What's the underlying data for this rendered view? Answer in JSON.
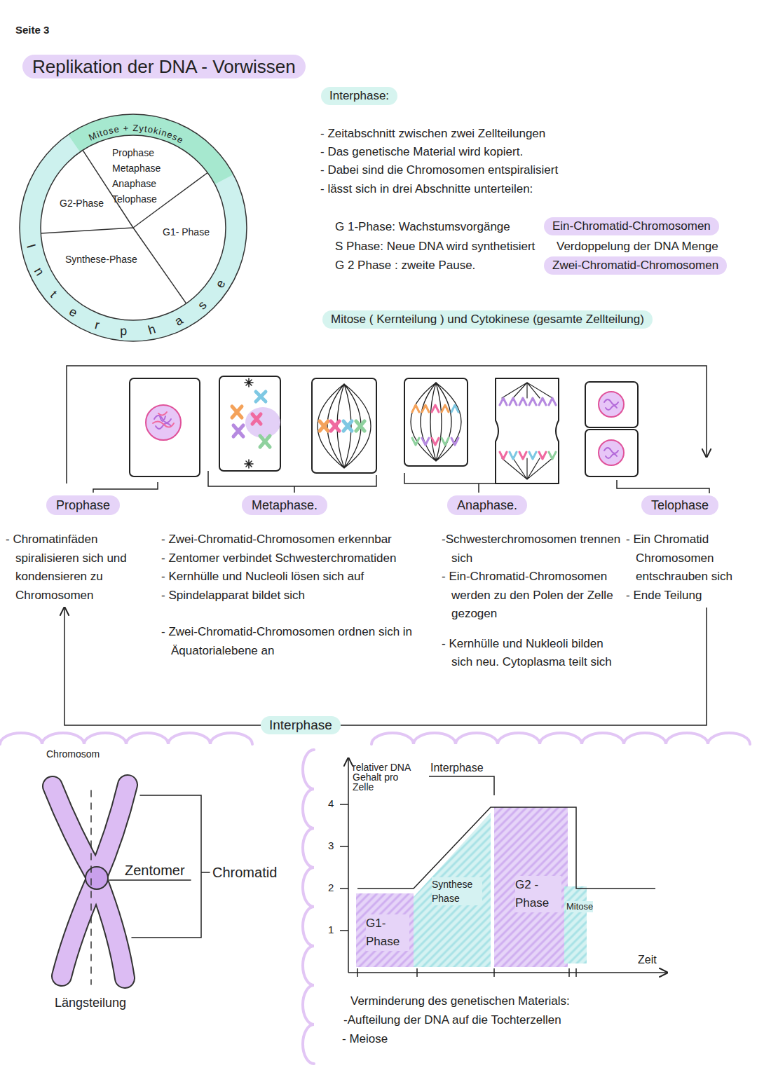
{
  "diagram": {
    "title": "Replikation der DNA - Vorwissen",
    "nodes": [
      {
        "text": [
          "Interphase:"
        ]
      },
      {
        "text": [
          "Ein-Chromatid-Chromosomen"
        ]
      },
      {
        "text": [
          "Zwei-Chromatid-Chromosomen"
        ]
      },
      {
        "text": [
          "Mitose ( Kernteilung ) und Cytokinese (gesamte Zellteilung)"
        ]
      },
      {
        "text": [
          "Prophase",
          "- Chromatinfäden spiralisieren sich und kondensieren zu Chromosomen"
        ]
      },
      {
        "text": [
          "Metaphase.",
          "- Zwei-Chromatid-Chromosomen erkennbar",
          "- Zentomer verbindet Schwesterchromatiden",
          "- Kernhülle und Nucleoli lösen sich auf",
          "- Spindelapparat bildet sich",
          "- Zwei-Chromatid-Chromosomen ordnen sich in Äquatorialebene an"
        ]
      },
      {
        "text": [
          "Anaphase.",
          "-Schwesterchromosomen trennen sich",
          "- Ein-Chromatid-Chromosomen werden zu den Polen der Zelle gezogen",
          "- Kernhülle und Nukleoli bilden sich neu. Cytoplasma teilt sich"
        ]
      },
      {
        "text": [
          "Telophase",
          "- Ein Chromatid Chromosomen entschrauben sich",
          "- Ende Teilung"
        ]
      },
      {
        "text": [
          "Interphase"
        ]
      }
    ],
    "edges": [
      {
        "from": 7,
        "to": 8,
        "arrow": "none"
      },
      {
        "from": 8,
        "to": 4,
        "arrow": "to"
      }
    ],
    "labels": [
      "Seite 3",
      "Mitose + Zytokinese",
      "Prophase Metaphase Anaphase Telophase",
      "G2-Phase",
      "G1- Phase",
      "Synthese-Phase",
      "Interphase",
      "- Zeitabschnitt zwischen zwei Zellteilungen",
      "- Das genetische Material wird kopiert.",
      "- Dabei sind die Chromosomen entspiralisiert",
      "- lässt sich in drei Abschnitte unterteilen:",
      "G 1-Phase: Wachstumsvorgänge",
      "S Phase: Neue DNA wird synthetisiert",
      "Verdoppelung der DNA Menge",
      "G 2 Phase : zweite Pause.",
      "Chromosom",
      "Zentomer",
      "Chromatid",
      "Längsteilung",
      "relativer DNA Gehalt pro Zelle",
      "Interphase",
      "4",
      "3",
      "2",
      "1",
      "G1- Phase",
      "Synthese Phase",
      "G2 - Phase",
      "Mitose",
      "Zeit",
      "Verminderung des genetischen Materials:",
      "-Aufteilung der DNA auf die Tochterzellen",
      "- Meiose"
    ]
  }
}
